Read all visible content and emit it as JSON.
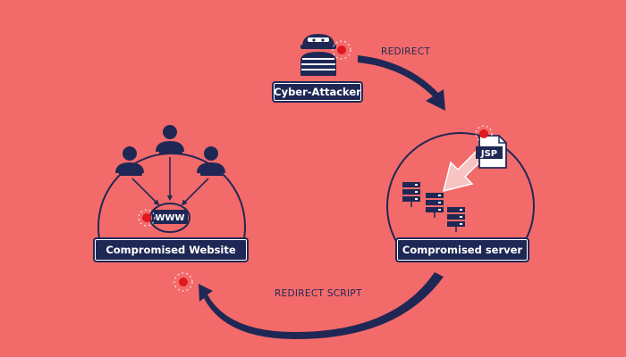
{
  "labels": {
    "attacker": "Cyber-Attacker",
    "server": "Compromised server",
    "website": "Compromised Website"
  },
  "arrows": {
    "redirect": "REDIRECT",
    "redirect_script": "REDIRECT SCRIPT"
  },
  "badges": {
    "www": "WWW",
    "jsp": "JSP"
  },
  "colors": {
    "background": "#f36a6a",
    "navy": "#1f2855",
    "alert_red": "#e0181f"
  },
  "icons": [
    "hacker-icon",
    "user-icon",
    "globe-www-icon",
    "server-rack-icon",
    "jsp-file-icon",
    "malware-burst-icon",
    "cycle-arrow-icon"
  ]
}
